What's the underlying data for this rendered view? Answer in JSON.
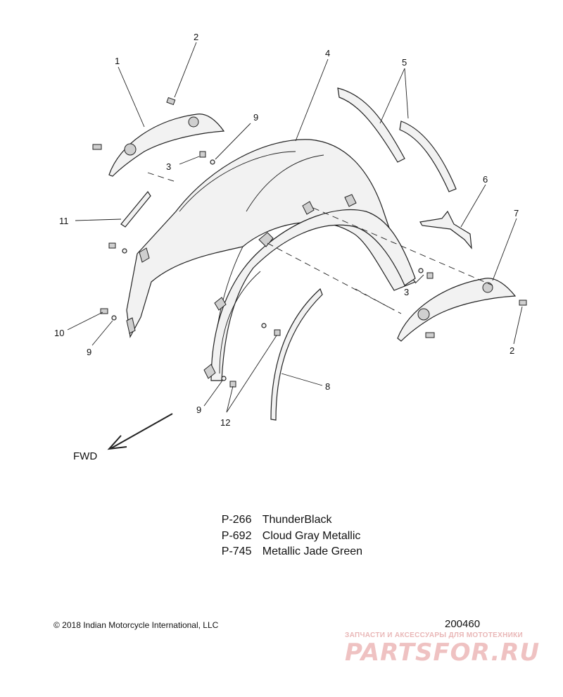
{
  "callouts": [
    {
      "id": "c1",
      "label": "1"
    },
    {
      "id": "c2a",
      "label": "2"
    },
    {
      "id": "c2b",
      "label": "2"
    },
    {
      "id": "c3a",
      "label": "3"
    },
    {
      "id": "c3b",
      "label": "3"
    },
    {
      "id": "c4",
      "label": "4"
    },
    {
      "id": "c5",
      "label": "5"
    },
    {
      "id": "c6",
      "label": "6"
    },
    {
      "id": "c7",
      "label": "7"
    },
    {
      "id": "c8",
      "label": "8"
    },
    {
      "id": "c9a",
      "label": "9"
    },
    {
      "id": "c9b",
      "label": "9"
    },
    {
      "id": "c9c",
      "label": "9"
    },
    {
      "id": "c10",
      "label": "10"
    },
    {
      "id": "c11",
      "label": "11"
    },
    {
      "id": "c12",
      "label": "12"
    }
  ],
  "direction_label": "FWD",
  "paint_codes": [
    {
      "code": "P-266",
      "name": "ThunderBlack"
    },
    {
      "code": "P-692",
      "name": "Cloud Gray Metallic"
    },
    {
      "code": "P-745",
      "name": "Metallic Jade Green"
    }
  ],
  "copyright": "© 2018 Indian Motorcycle International, LLC",
  "drawing_number": "200460",
  "watermark": {
    "tagline": "ЗАПЧАСТИ И АКСЕССУАРЫ ДЛЯ МОТОТЕХНИКИ",
    "logo": "PARTSFOR.RU"
  }
}
